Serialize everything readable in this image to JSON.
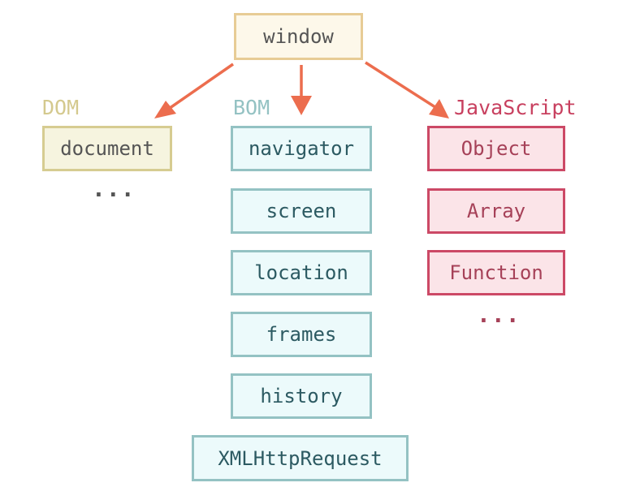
{
  "root": {
    "label": "window"
  },
  "groups": {
    "dom": {
      "title": "DOM",
      "items": [
        "document"
      ],
      "more": "..."
    },
    "bom": {
      "title": "BOM",
      "items": [
        "navigator",
        "screen",
        "location",
        "frames",
        "history",
        "XMLHttpRequest"
      ]
    },
    "js": {
      "title": "JavaScript",
      "items": [
        "Object",
        "Array",
        "Function"
      ],
      "more": "..."
    }
  },
  "colors": {
    "arrow": "#ec6d4e",
    "root_border": "#e7cc95",
    "dom_border": "#d6cc91",
    "bom_border": "#94c2c3",
    "js_border": "#cc4966"
  }
}
